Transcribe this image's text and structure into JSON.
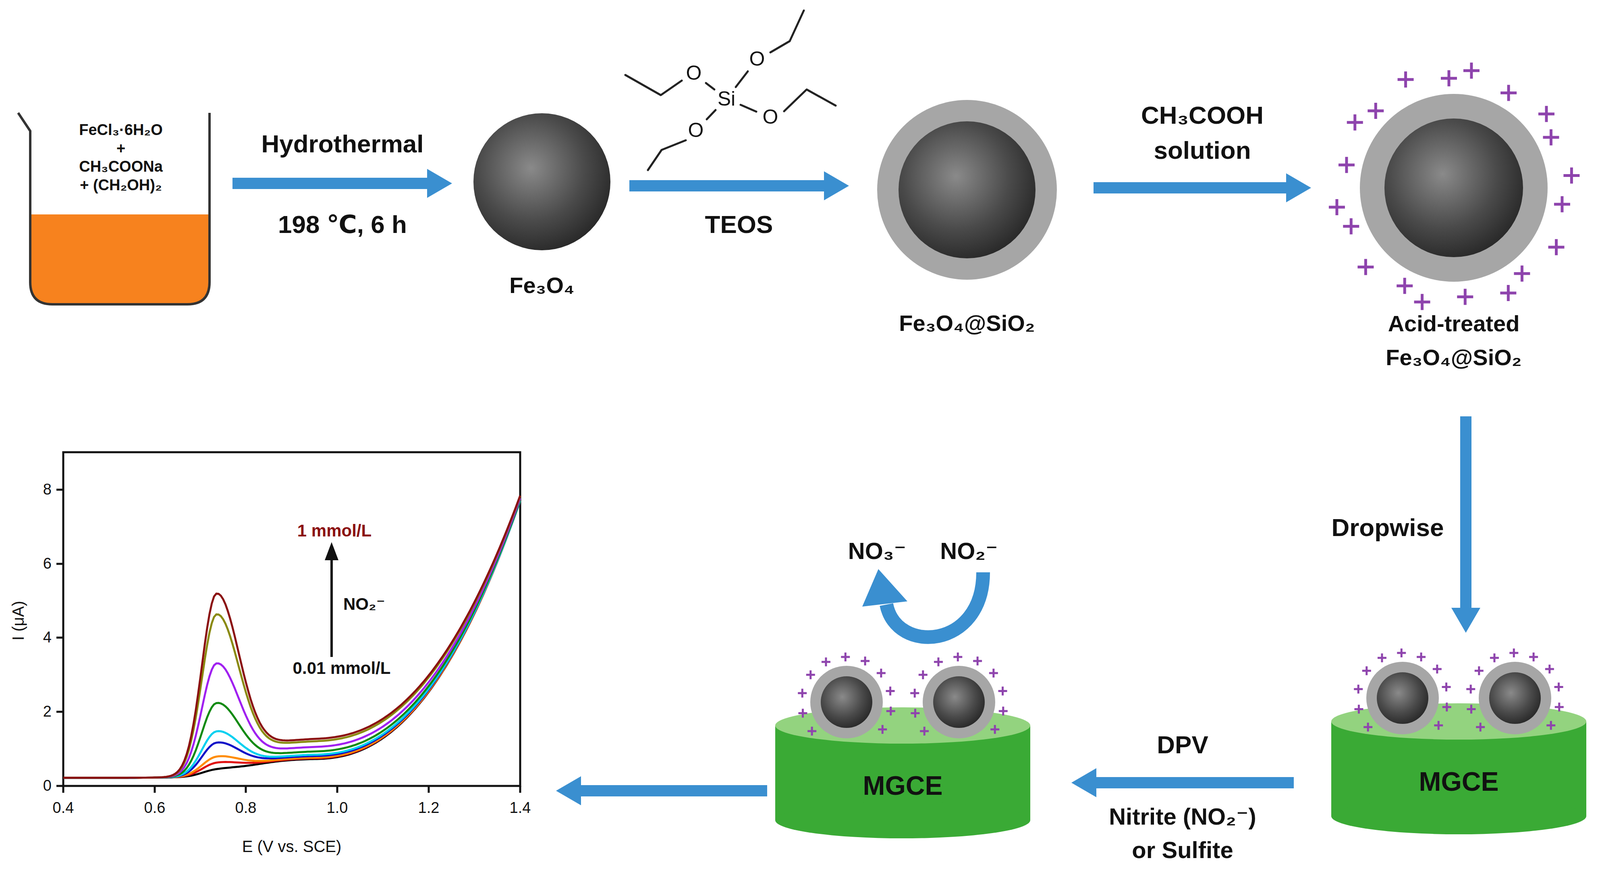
{
  "diagram": {
    "nodes": [
      {
        "text": [
          "FeCl₃·6H₂O + CH₃COONa + (CH₂OH)₂"
        ]
      },
      {
        "text": [
          "Fe₃O₄"
        ]
      },
      {
        "text": [
          "Fe₃O₄@SiO₂"
        ]
      },
      {
        "text": [
          "Acid-treated Fe₃O₄@SiO₂"
        ]
      },
      {
        "text": [
          "MGCE"
        ]
      },
      {
        "text": [
          "MGCE"
        ]
      },
      {
        "text": [
          "1 mmol/L",
          "NO₂⁻",
          "0.01 mmol/L"
        ]
      }
    ],
    "edges": [
      {
        "from": 0,
        "to": 1,
        "arrow": "to",
        "label": "Hydrothermal"
      },
      {
        "from": 1,
        "to": 2,
        "arrow": "to",
        "label": "TEOS"
      },
      {
        "from": 2,
        "to": 3,
        "arrow": "to",
        "label": "CH₃COOH solution"
      },
      {
        "from": 3,
        "to": 4,
        "arrow": "to",
        "label": "Dropwise"
      },
      {
        "from": 4,
        "to": 5,
        "arrow": "to",
        "label": "DPV"
      },
      {
        "from": 5,
        "to": 6,
        "arrow": "to"
      }
    ],
    "labels": [
      "198 ℃, 6 h",
      "O",
      "O",
      "O",
      "O",
      "Si",
      "NO₃⁻",
      "NO₂⁻",
      "Nitrite (NO₂⁻)",
      "or Sulfite",
      "0",
      "2",
      "4",
      "6",
      "8",
      "0.4",
      "0.6",
      "0.8",
      "1.0",
      "1.2",
      "1.4",
      "I (μA)",
      "E (V vs. SCE)"
    ]
  }
}
